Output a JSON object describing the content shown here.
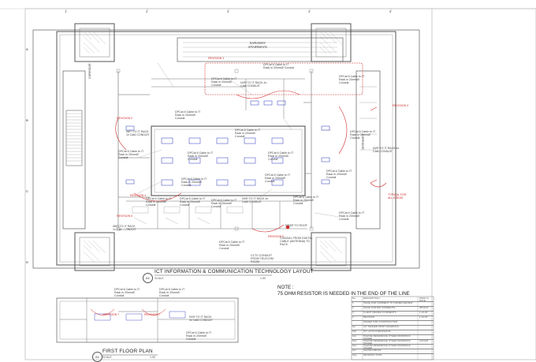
{
  "grid": {
    "columns": [
      "1",
      "2",
      "3",
      "4",
      "5"
    ],
    "rows": [
      "A",
      "B",
      "C",
      "D"
    ]
  },
  "stairs": {
    "label_line1": "SARAWAY",
    "label_line2": "STAIRWAYS"
  },
  "corridor": {
    "label": "CORRIDOR",
    "label_right": "CORRIDOR"
  },
  "revisions": [
    {
      "label": "REVISION 1"
    },
    {
      "label": "REVISION 2"
    },
    {
      "label": "REVISION 3"
    },
    {
      "label": "REVISION 4"
    },
    {
      "label": "REVISION 5"
    },
    {
      "label": "REVISION 6"
    },
    {
      "label": "REVISION 7"
    }
  ],
  "cable_note": "DPCat 6 Cable to IT Rack in 20mmØ Conduit",
  "nvr_note": "NVR TO IT RACK 4x Cat6 CONDUIT",
  "wifi_note": "WIFI TO IT RACK 1x Cat6 CONDUIT",
  "fiber_note": "FIBER TO ROOF",
  "cctv_note": "CCTV CONDUIT FROM TELECOM ROOM",
  "typical_note": "TYPICAL FOR ALL AREAS",
  "coax_note": "COAXIAL FROM DIGITAL CABLE (ANTENNA) TO RACK",
  "main_title": {
    "number": "A1",
    "title": "ICT INFORMATION & COMMUNICATION TECHNOLOGY LAYOUT",
    "scale_label": "SCALE",
    "scale": "1:50"
  },
  "note": {
    "heading": "NOTE :",
    "text": "75 OHM RESISTOR IS NEEDED IN THE END OF THE LINE"
  },
  "second_title": {
    "number": "A1",
    "title": "FIRST FLOOR PLAN",
    "scale_label": "SCALE",
    "scale": "1:50"
  },
  "title_block": {
    "header": [
      "No.",
      "DESCRIPTION",
      "PRINT & DATE"
    ],
    "rows": [
      {
        "no": "1",
        "desc": "ISSUE FOR COMMENT TO OWNER REVIEW",
        "date": ""
      },
      {
        "no": "2",
        "desc": "ISSUE FOR BID COMMENTS",
        "date": "28/11/23"
      },
      {
        "no": "3",
        "desc": "CLIENT REVIEW COMMENTS",
        "date": "1-12-23"
      },
      {
        "no": "4",
        "desc": "REVISION",
        "date": "1-12-23"
      },
      {
        "no": "",
        "desc": "ISSUED FOR CONSTRUCTION",
        "date": ""
      },
      {
        "no": "A2",
        "desc": "ICT TENDER PRINT DRAWINGS",
        "date": ""
      },
      {
        "no": "A1b",
        "desc": "ICT LAYOUT REVISIONS",
        "date": ""
      },
      {
        "no": "A1c",
        "desc": "PLEASE REFERENCE OTHER DRAWINGS ISSUED",
        "date": ""
      },
      {
        "no": "A1d",
        "desc": "PLEASE REFERENCE OTHER DRAWINGS ISSUED",
        "date": "11/11/23"
      },
      {
        "no": "A1e",
        "desc": "PLEASE REFERENCE OTHER DRAWINGS ISSUED",
        "date": ""
      },
      {
        "no": "A1f",
        "desc": "SHOWN ABOVE",
        "date": ""
      },
      {
        "no": "A1g",
        "desc": "DRAWING NOTE",
        "date": ""
      }
    ]
  },
  "colors": {
    "line": "#444444",
    "thin": "#8a8a8a",
    "revision": "#d12a2a",
    "device": "#4b55c7"
  }
}
